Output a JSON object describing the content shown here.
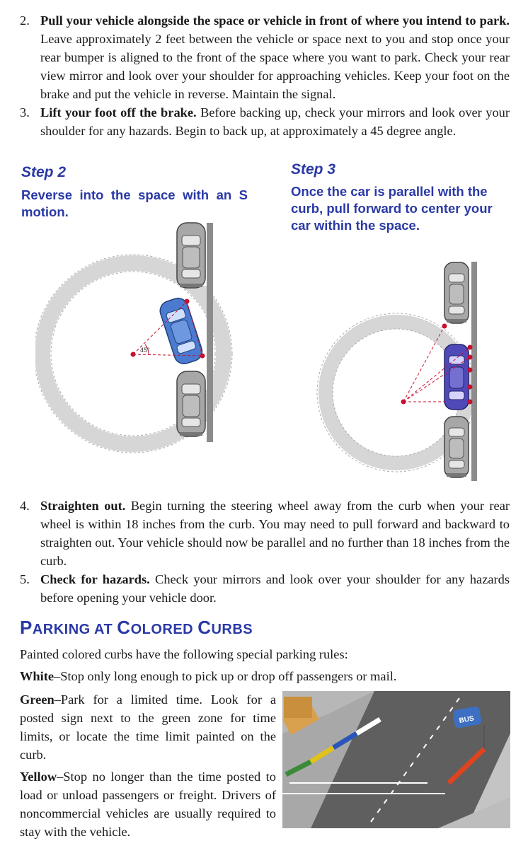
{
  "steps_top": [
    {
      "number": "2.",
      "lead": "Pull your vehicle alongside the space or vehicle in front of where you intend to park.",
      "text": " Leave approximately 2 feet between the vehicle or space next to you and stop once your rear bumper is aligned to the front of the space where you want to park. Check your rear view mirror and look over your shoulder for approaching vehicles. Keep your foot on the brake and put the vehicle in reverse. Maintain the signal."
    },
    {
      "number": "3.",
      "lead": "Lift your foot off the brake.",
      "text": " Before backing up, check your mirrors and look over your shoulder for any hazards. Begin to back up, at approximately a 45 degree angle."
    }
  ],
  "diagram_step2": {
    "title": "Step 2",
    "description": "Reverse into the space with an S motion.",
    "angle_label": "45°"
  },
  "diagram_step3": {
    "title": "Step 3",
    "description": "Once the car is parallel with the curb, pull forward to center your car within the space."
  },
  "steps_bottom": [
    {
      "number": "4.",
      "lead": "Straighten out.",
      "text": " Begin turning the steering wheel away from the curb when your rear wheel is within 18 inches from the curb. You may need to pull forward and backward to straighten out. Your vehicle should now be parallel and no further than 18 inches from the curb."
    },
    {
      "number": "5.",
      "lead": "Check for hazards.",
      "text": " Check your mirrors and look over your shoulder for any hazards before opening your vehicle door."
    }
  ],
  "section": {
    "title_big1": "P",
    "title_small1": "ARKING AT ",
    "title_big2": "C",
    "title_small2": "OLORED ",
    "title_big3": "C",
    "title_small3": "URBS",
    "intro": "Painted colored curbs have the following special parking rules:",
    "rules": [
      {
        "color": "White",
        "text": "–Stop only long enough to pick up or drop off passengers or mail."
      },
      {
        "color": "Green",
        "text": "–Park for a limited time. Look for a posted sign next to the green zone for time limits, or locate the time limit painted on the curb."
      },
      {
        "color": "Yellow",
        "text": "–Stop no longer than the time posted to load or unload passengers or freight. Drivers of noncommercial vehicles are usually required to stay with the vehicle."
      }
    ],
    "bus_sign": "BUS"
  },
  "colors": {
    "accent_blue": "#2a39a6",
    "car_gray": "#9a9a9a",
    "car_blue": "#4a7bd0",
    "car_purple": "#4f4ab8",
    "guide_red": "#c8102e",
    "curb_gray": "#8a8a8a"
  }
}
